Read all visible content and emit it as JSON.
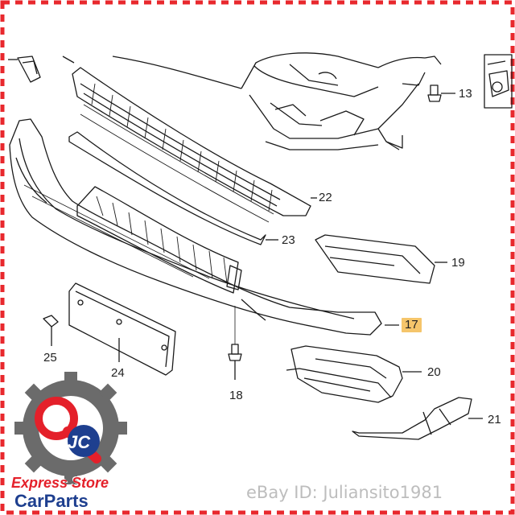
{
  "callouts": {
    "p13": "13",
    "p22": "22",
    "p23": "23",
    "p19": "19",
    "p17": "17",
    "p20": "20",
    "p21": "21",
    "p25": "25",
    "p24": "24",
    "p18": "18"
  },
  "highlight_color": "#f5c56b",
  "frame_color": "#e8282d",
  "brand": {
    "monogram": "JC",
    "line1": "Express Store",
    "line2": "CarParts"
  },
  "seller_watermark": "eBay ID: Juliansito1981"
}
